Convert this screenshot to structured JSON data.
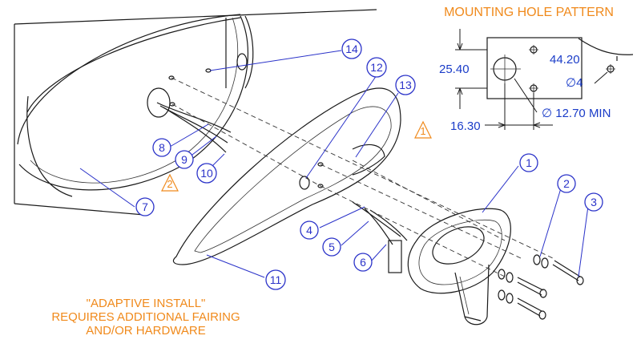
{
  "mounting_title": "MOUNTING HOLE PATTERN",
  "dimensions": {
    "vertical": "25.40",
    "horizontal_top": "44.20",
    "horizontal_bottom": "16.30",
    "small_hole": "∅4",
    "large_hole": "∅ 12.70 MIN"
  },
  "notes": {
    "triangle_1": "1",
    "triangle_2": "2"
  },
  "adaptive_note": {
    "line1": "\"ADAPTIVE INSTALL\"",
    "line2": "REQUIRES ADDITIONAL FAIRING",
    "line3": "AND/OR HARDWARE"
  },
  "balloons": [
    "1",
    "2",
    "3",
    "4",
    "5",
    "6",
    "7",
    "8",
    "9",
    "10",
    "11",
    "12",
    "13",
    "14"
  ],
  "colors": {
    "balloon": "#2b33c9",
    "note": "#f08a1c",
    "dimension": "#1a3cc8"
  }
}
